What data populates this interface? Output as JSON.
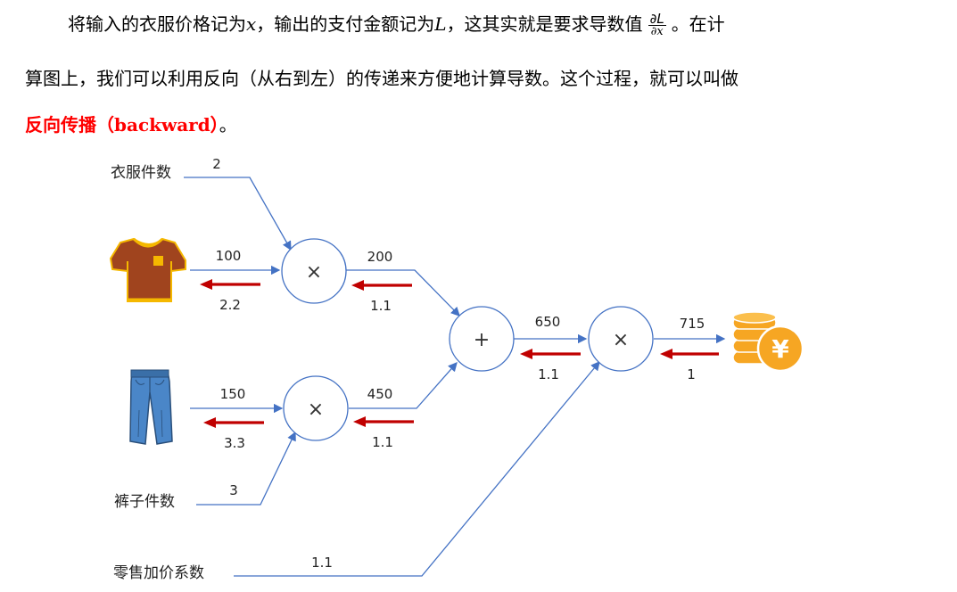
{
  "text": {
    "p1_a": "将输入的衣服价格记为",
    "p1_x": "x",
    "p1_b": "，输出的支付金额记为",
    "p1_L": "L",
    "p1_c": "，这其实就是要求导数值",
    "frac_num": "∂L",
    "frac_den": "∂x",
    "p1_d": "。在计",
    "p2": "算图上，我们可以利用反向（从右到左）的传递来方便地计算导数。这个过程，就可以叫做",
    "p3_red": "反向传播（backward）",
    "p3_end": "。"
  },
  "graph": {
    "labels": {
      "shirt_count": "衣服件数",
      "pants_count": "裤子件数",
      "tax": "零售加价系数"
    },
    "ops": {
      "mul1": "×",
      "mul2": "×",
      "add": "+",
      "mul3": "×"
    },
    "forward": {
      "shirt_count": "2",
      "shirt_price": "100",
      "mul1_out": "200",
      "pants_price": "150",
      "mul2_out": "450",
      "pants_count": "3",
      "add_out": "650",
      "mul3_out": "715",
      "tax": "1.1"
    },
    "backward": {
      "shirt_price": "2.2",
      "mul1_out": "1.1",
      "pants_price": "3.3",
      "mul2_out": "1.1",
      "add_out": "1.1",
      "mul3_out": "1"
    },
    "coin_symbol": "¥",
    "colors": {
      "forward": "#4472c4",
      "backward": "#c00000",
      "highlight": "#ff0000"
    }
  }
}
